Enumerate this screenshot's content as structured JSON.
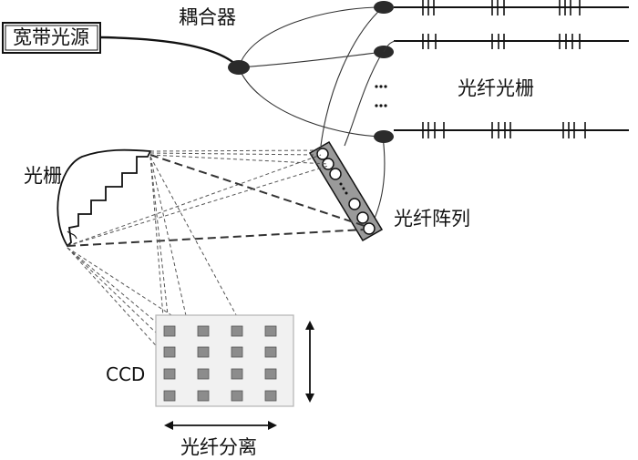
{
  "labels": {
    "source": "宽带光源",
    "coupler": "耦合器",
    "fbg": "光纤光栅",
    "grating": "光栅",
    "fiber_array": "光纤阵列",
    "ccd": "CCD",
    "separation": "光纤分离"
  },
  "colors": {
    "line": "#111111",
    "coupler_fill": "#2b2b2b",
    "array_fill": "#9a9a9a",
    "pixel_fill": "#8c8c8c",
    "ccd_bg": "#f1f1f1"
  },
  "icons": [
    "ellipsis-vertical-icon",
    "ellipsis-diagonal-icon",
    "double-arrow-vertical-icon",
    "double-arrow-horizontal-icon"
  ]
}
